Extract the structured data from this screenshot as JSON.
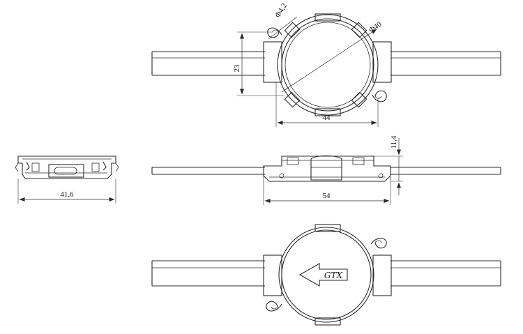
{
  "dimensions": {
    "hole_dia": "Φ4,2",
    "outer_dia": "Φ40",
    "height_23": "23",
    "width_44": "44",
    "thickness": "11,4",
    "length_54": "54",
    "width_41": "41,6"
  },
  "logo": {
    "text": "GTX"
  }
}
